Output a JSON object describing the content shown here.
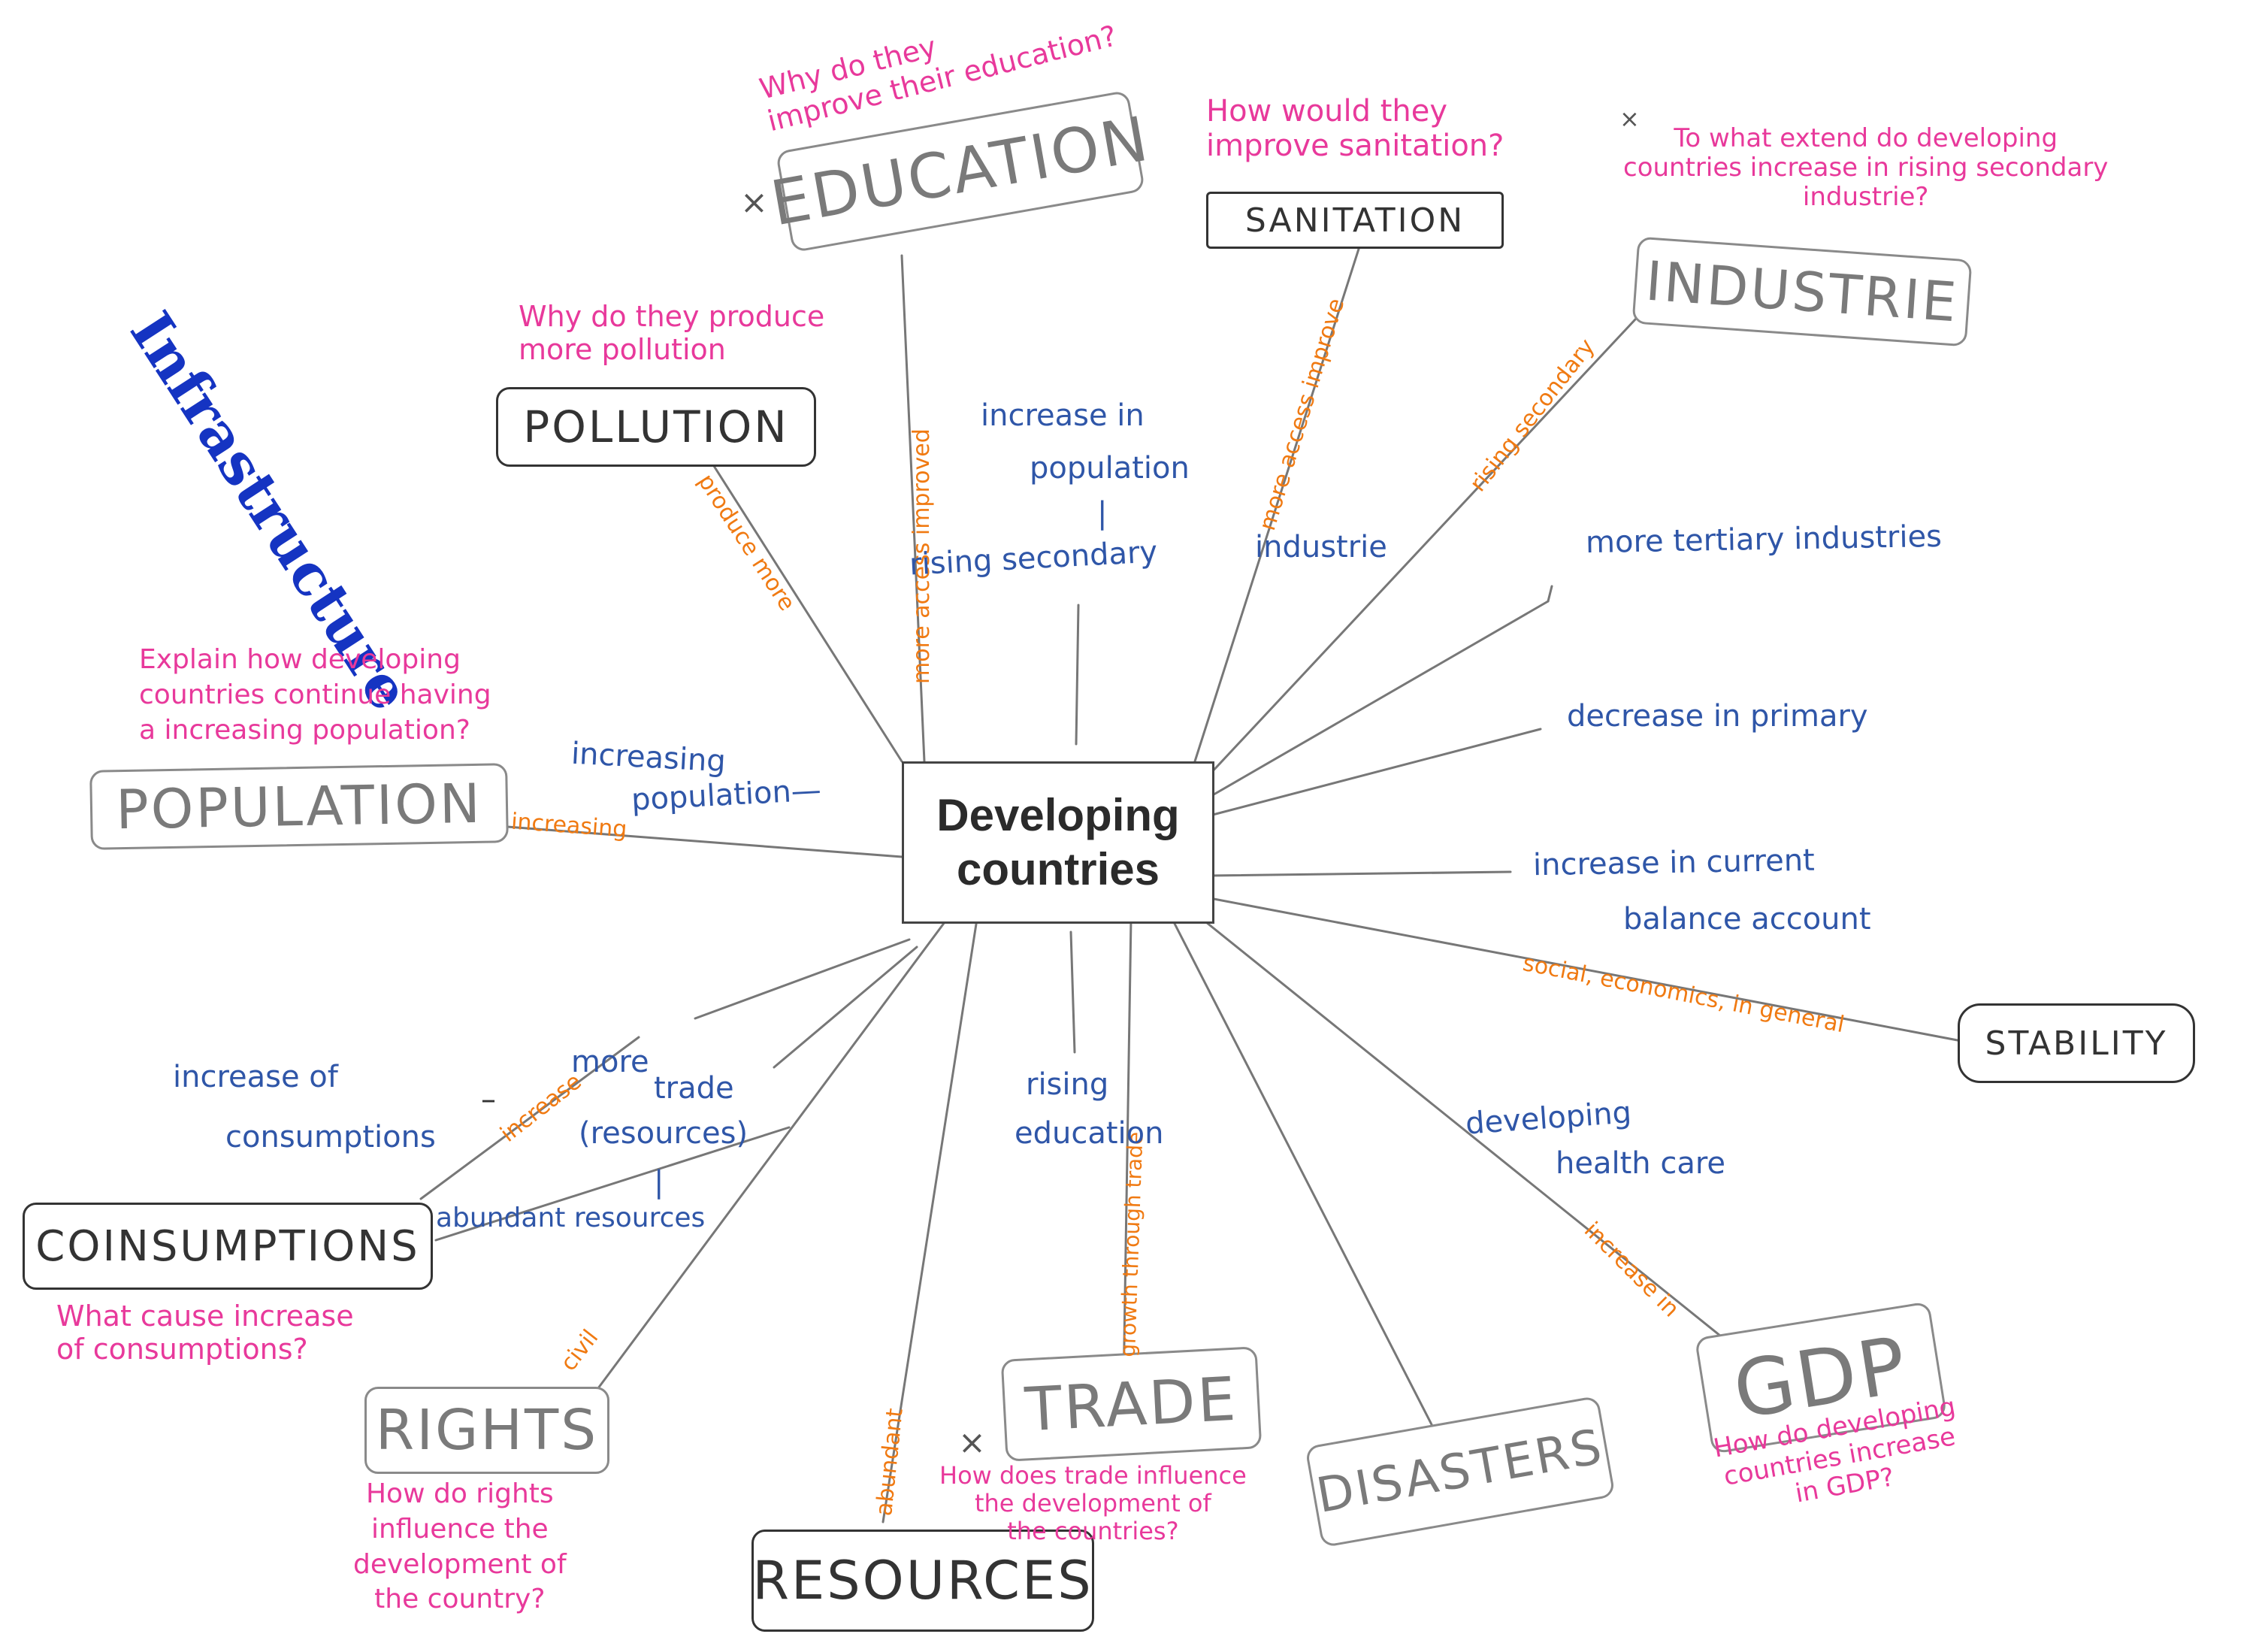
{
  "center": "Developing\ncountries",
  "infrastructure": "Infrastructure",
  "nodes": {
    "education": "EDUCATION",
    "sanitation": "SANITATION",
    "industrie": "INDUSTRIE",
    "pollution": "POLLUTION",
    "population": "POPULATION",
    "stability": "STABILITY",
    "consumptions": "COINSUMPTIONS",
    "gdp": "GDP",
    "rights": "RIGHTS",
    "trade": "TRADE",
    "disasters": "DISASTERS",
    "resources": "RESOURCES"
  },
  "questions": {
    "education": "Why do they\nimprove their education?",
    "sanitation": "How would they\nimprove sanitation?",
    "industrie": "To what extend do developing\ncountries increase in rising secondary\nindustrie?",
    "pollution": "Why do they produce\nmore pollution",
    "population": "Explain how developing\ncountries continue having\na increasing population?",
    "consumptions": "What cause increase\nof consumptions?",
    "rights": "How do rights\ninfluence the\ndevelopment of\nthe country?",
    "trade": "How does trade influence\nthe development of\nthe countries?",
    "gdp": "How do developing\ncountries increase\nin GDP?"
  },
  "links": {
    "education": "more access improved",
    "sanitation": "more access improve",
    "industrie": "rising secondary",
    "pollution": "produce more",
    "population": "increasing",
    "stability": "social, economics, in general",
    "consumptions": "increase",
    "gdp": "increase in",
    "rights": "civil",
    "trade": "growth through trade",
    "resources": "abundant"
  },
  "annotations": {
    "increase_population_1": "increase in",
    "increase_population_2": "population",
    "divider_1": "|",
    "rising_secondary": "rising secondary",
    "industrie": "industrie",
    "tertiary": "more tertiary industries",
    "decrease_primary": "decrease in primary",
    "current_account_1": "increase in current",
    "current_account_2": "balance account",
    "increasing_pop_1": "increasing",
    "increasing_pop_2": "population—",
    "more_trade_1": "more",
    "more_trade_2": "trade",
    "more_trade_3": "(resources)",
    "divider_2": "|",
    "abundant_resources": "abundant resources",
    "increase_consumptions_1": "increase of",
    "increase_consumptions_2": "consumptions",
    "dash": "–",
    "rising_education_1": "rising",
    "rising_education_2": "education",
    "health_care_1": "developing",
    "health_care_2": "health care"
  },
  "marks": {
    "x1": "×",
    "x2": "×",
    "x3": "×"
  },
  "colors": {
    "question": "#e8399b",
    "answer": "#2f56a8",
    "link": "#f07a12",
    "infrastructure": "#1534c2",
    "lines": "#777777"
  }
}
